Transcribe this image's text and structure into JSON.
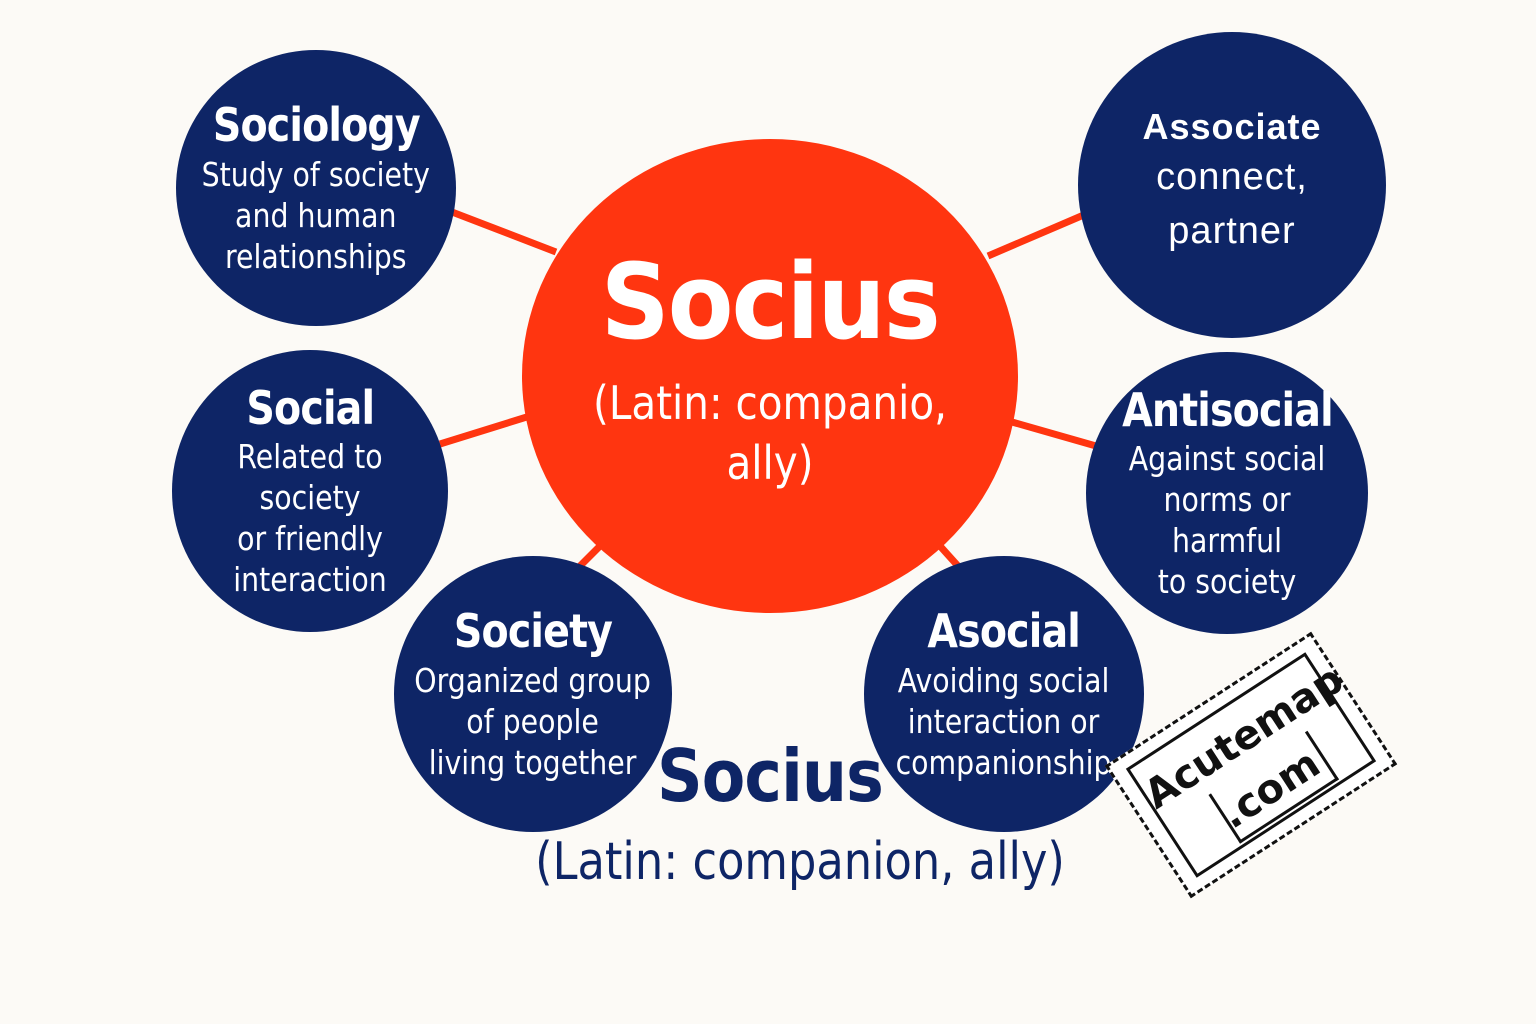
{
  "colors": {
    "background": "#fcfaf6",
    "center": "#ff3510",
    "node": "#0e2566",
    "connector": "#ff3510",
    "bottom_text": "#0e2566"
  },
  "center": {
    "title": "Socius",
    "subtitle": "(Latin: companio, ally)"
  },
  "nodes": {
    "sociology": {
      "title": "Sociology",
      "desc": "Study of society\nand human\nrelationships"
    },
    "social": {
      "title": "Social",
      "desc": "Related to society\nor friendly\ninteraction"
    },
    "society": {
      "title": "Society",
      "desc": "Organized group\nof people\nliving together"
    },
    "associate": {
      "title": "Associate",
      "desc": "connect,\npartner"
    },
    "antisocial": {
      "title": "Antisocial",
      "desc": "Against social\nnorms or harmful\nto society"
    },
    "asocial": {
      "title": "Asocial",
      "desc": "Avoiding social\ninteraction or\ncompanionship"
    }
  },
  "bottom": {
    "title": "Socius",
    "subtitle": "(Latin: companion, ally)"
  },
  "watermark": {
    "line1": "Acutemap",
    "line2": ".com"
  }
}
